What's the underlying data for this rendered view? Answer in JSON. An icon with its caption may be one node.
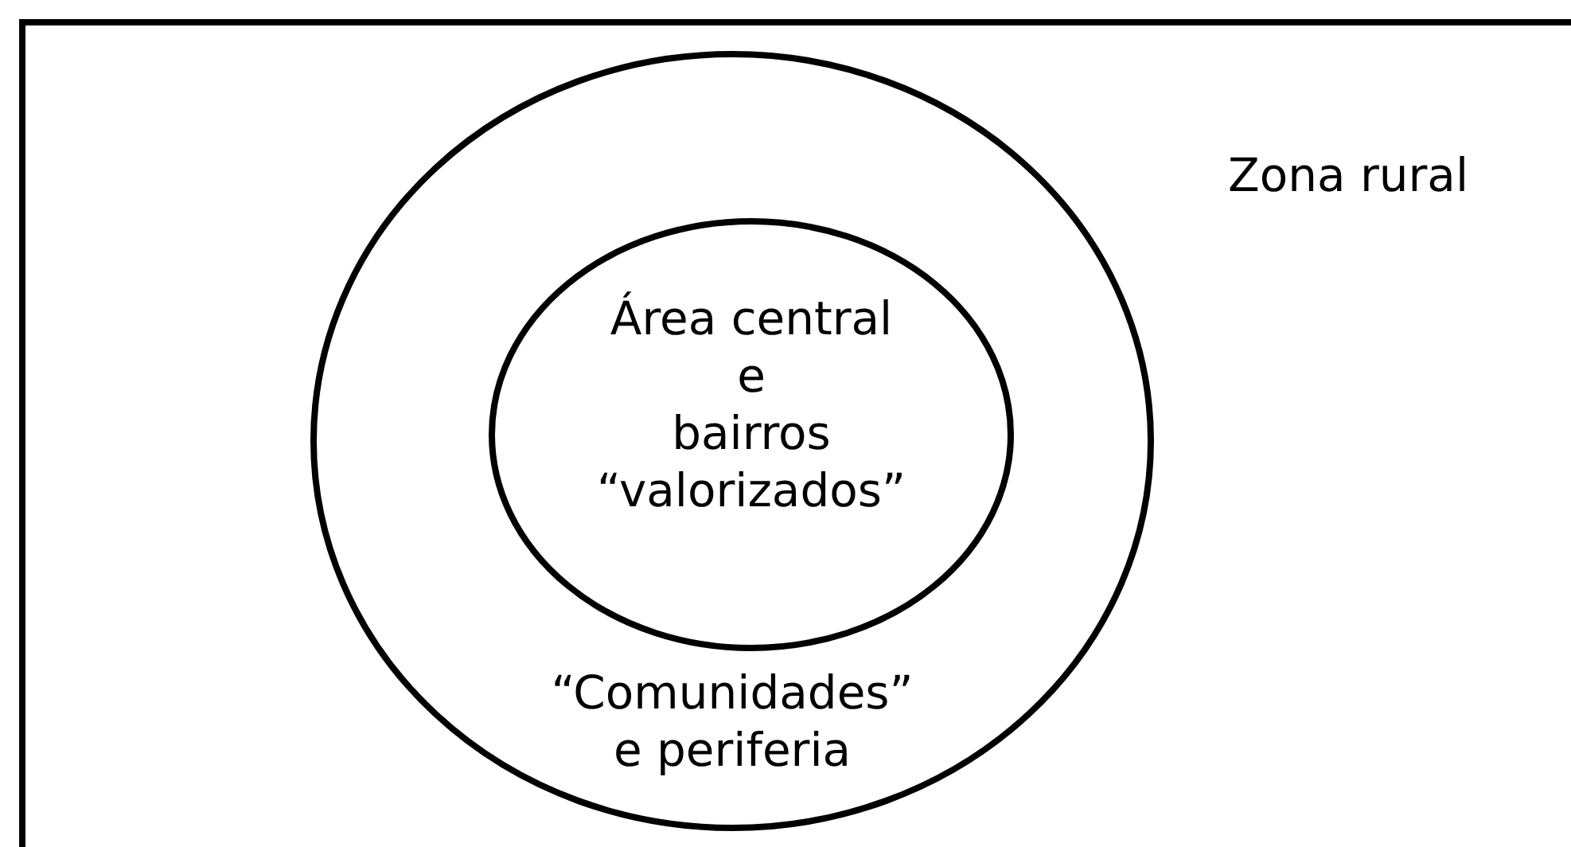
{
  "diagram": {
    "nodes": [
      {
        "text": [
          "Zona rural"
        ]
      },
      {
        "text": [
          "“Comunidades” e periferia"
        ],
        "in": 0
      },
      {
        "text": [
          "Área central e bairros “valorizados”"
        ],
        "in": 1
      }
    ]
  }
}
